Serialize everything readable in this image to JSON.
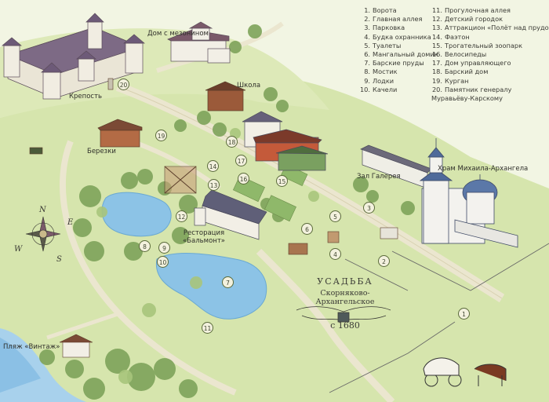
{
  "legend": [
    {
      "num": "1.",
      "text": "Ворота"
    },
    {
      "num": "2.",
      "text": "Главная аллея"
    },
    {
      "num": "3.",
      "text": "Парковка"
    },
    {
      "num": "4.",
      "text": "Будка охранника"
    },
    {
      "num": "5.",
      "text": "Туалеты"
    },
    {
      "num": "6.",
      "text": "Мангальный домик"
    },
    {
      "num": "7.",
      "text": "Барские пруды"
    },
    {
      "num": "8.",
      "text": "Мостик"
    },
    {
      "num": "9.",
      "text": "Лодки"
    },
    {
      "num": "10.",
      "text": "Качели"
    },
    {
      "num": "11.",
      "text": "Прогулочная аллея"
    },
    {
      "num": "12.",
      "text": "Детский городок"
    },
    {
      "num": "13.",
      "text": "Аттракцион «Полёт над прудом»"
    },
    {
      "num": "14.",
      "text": "Фаэтон"
    },
    {
      "num": "15.",
      "text": "Трогательный зоопарк"
    },
    {
      "num": "16.",
      "text": "Велосипеды"
    },
    {
      "num": "17.",
      "text": "Дом управляющего"
    },
    {
      "num": "18.",
      "text": "Барский дом"
    },
    {
      "num": "19.",
      "text": "Курган"
    },
    {
      "num": "20.",
      "text": "Памятник генералу Муравьёву-Карскому"
    }
  ],
  "labels": {
    "dom_mezonin": "Дом с мезонином",
    "krepost": "Крепость",
    "shkola": "Школа",
    "berezki": "Березки",
    "zal_galereya": "Зал Галерея",
    "hram": "Храм Михаила-Архангела",
    "restoran": "Ресторация «Бальмонт»",
    "plyazh": "Пляж «Винтаж»"
  },
  "title": {
    "line1": "УСАДЬБА",
    "line2": "Скорняково-Архангельское",
    "line3": "с 1680"
  },
  "compass": {
    "n": "N",
    "s": "S",
    "e": "E",
    "w": "W"
  },
  "badges": [
    "20",
    "19",
    "18",
    "17",
    "16",
    "15",
    "14",
    "13",
    "12",
    "11",
    "10",
    "9",
    "8",
    "7",
    "6",
    "5",
    "4",
    "3",
    "2",
    "1"
  ],
  "colors": {
    "grass": "#cfe0a8",
    "road": "#e9e4cc",
    "water": "#8cc3e6",
    "roof": "#6e5a78",
    "wall": "#f2efe6",
    "tree": "#7ea35a"
  }
}
